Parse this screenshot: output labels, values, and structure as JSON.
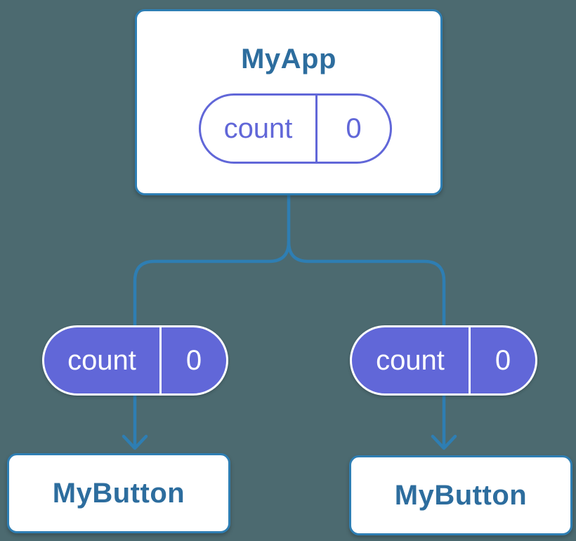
{
  "colors": {
    "background": "#4C6A70",
    "connector_blue": "#2E7EB3",
    "node_fill": "#FFFFFF",
    "node_text_blue": "#2D6D9E",
    "state_purple": "#6167D8",
    "state_text_light": "#FFFFFF"
  },
  "diagram": {
    "parent": {
      "title": "MyApp",
      "state": {
        "name": "count",
        "value": "0"
      }
    },
    "children": [
      {
        "title": "MyButton",
        "state": {
          "name": "count",
          "value": "0"
        }
      },
      {
        "title": "MyButton",
        "state": {
          "name": "count",
          "value": "0"
        }
      }
    ]
  }
}
